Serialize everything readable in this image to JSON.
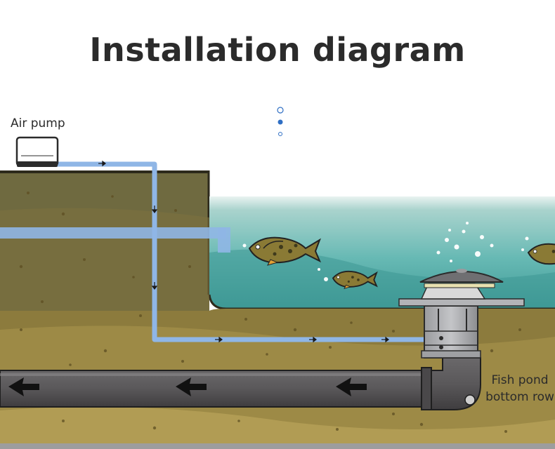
{
  "title": "Installation diagram",
  "labels": {
    "air_pump": "Air pump",
    "fish_pond_line1": "Fish pond",
    "fish_pond_line2": "bottom row"
  },
  "colors": {
    "air_line": "#8fb6e6",
    "water": "#5fb3b0",
    "soil": "#8b7a3c",
    "drain_pipe": "#5f5d5e",
    "title": "#2b2b2b"
  },
  "icons": {
    "pump": "air-pump-icon",
    "fish": "koi-fish-icon",
    "drain": "bottom-drain-icon",
    "flow_arrow": "arrow-left-icon"
  }
}
